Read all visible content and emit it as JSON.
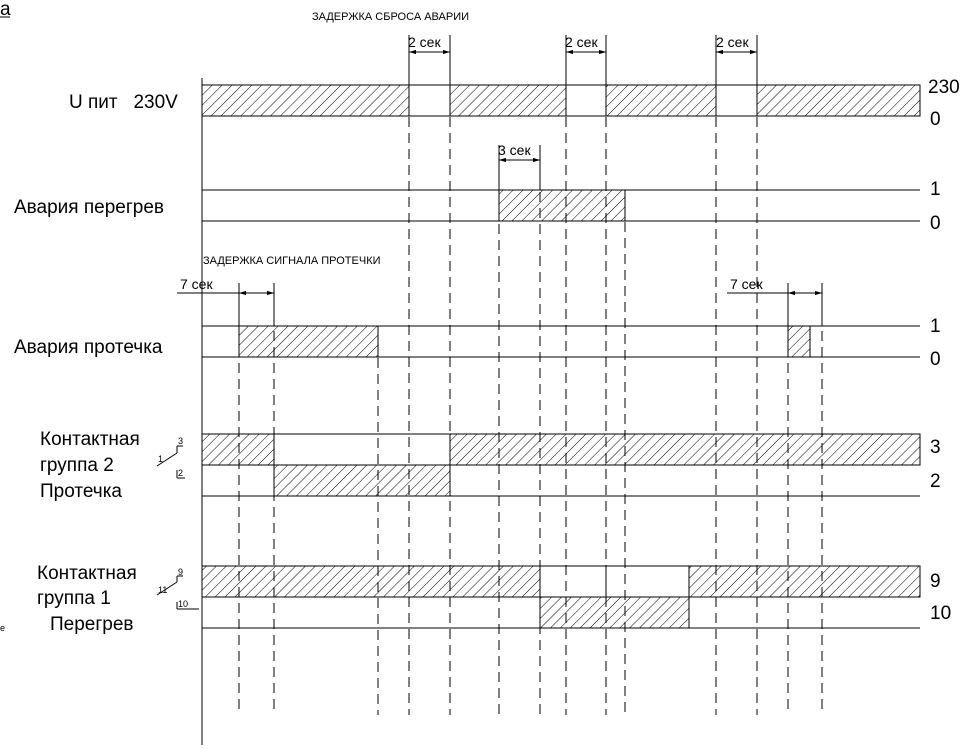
{
  "corner_mark": "a",
  "headers": {
    "reset_delay": "ЗАДЕРЖКА СБРОСА АВАРИИ",
    "leak_delay": "ЗАДЕРЖКА СИГНАЛА ПРОТЕЧКИ"
  },
  "intervals": {
    "reset_1": "2 сек",
    "reset_2": "2 сек",
    "reset_3": "2 сек",
    "overheat": "3 сек",
    "leak_1": "7 сек",
    "leak_2": "7 сек"
  },
  "rows": {
    "power": {
      "label": "U пит   230V",
      "top_value": "230",
      "bottom_value": "0"
    },
    "overheat": {
      "label": "Авария перегрев",
      "top_value": "1",
      "bottom_value": "0"
    },
    "leak": {
      "label": "Авария протечка",
      "top_value": "1",
      "bottom_value": "0"
    },
    "group2": {
      "label_line1": "Контактная",
      "label_line2": "группа 2",
      "label_line3": "Протечка",
      "pin_common": "1",
      "pin_a": "3",
      "pin_b": "2",
      "top_value": "3",
      "bottom_value": "2"
    },
    "group1": {
      "label_line1": "Контактная",
      "label_line2": "группа 1",
      "label_line3": "Перегрев",
      "pin_common": "11",
      "pin_a": "9",
      "pin_b": "10",
      "top_value": "9",
      "bottom_value": "10"
    }
  },
  "stray_mark": "е"
}
